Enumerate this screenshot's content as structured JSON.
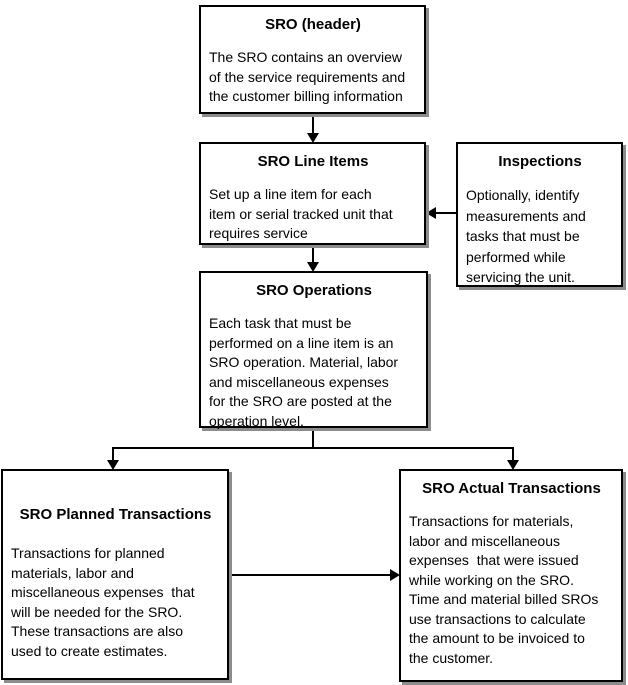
{
  "diagram": {
    "boxes": {
      "sro_header": {
        "title": "SRO (header)",
        "body": "The SRO contains an overview\nof the service requirements and\nthe customer billing information"
      },
      "sro_line_items": {
        "title": "SRO Line Items",
        "body": "Set up a line item for each\nitem or serial tracked unit that\nrequires service"
      },
      "inspections": {
        "title": "Inspections",
        "body": "Optionally, identify\nmeasurements and\ntasks that must be\nperformed while\nservicing the unit."
      },
      "sro_operations": {
        "title": "SRO Operations",
        "body": "Each task that must be\nperformed on a line item is an\nSRO operation. Material, labor\nand miscellaneous expenses\nfor the SRO are posted at the\noperation level."
      },
      "sro_planned": {
        "title": "SRO Planned Transactions",
        "body": "Transactions for planned\nmaterials, labor and\nmiscellaneous expenses  that\nwill be needed for the SRO.\nThese transactions are also\nused to create estimates."
      },
      "sro_actual": {
        "title": "SRO Actual Transactions",
        "body": "Transactions for materials,\nlabor and miscellaneous\nexpenses  that were issued\nwhile working on the SRO.\nTime and material billed SROs\nuse transactions to calculate\nthe amount to be invoiced to\nthe customer."
      }
    },
    "colors": {
      "background": "#ffffff",
      "text": "#000000",
      "box_border": "#000000",
      "box_shadow": "#8c8c8c",
      "arrow": "#000000"
    }
  }
}
